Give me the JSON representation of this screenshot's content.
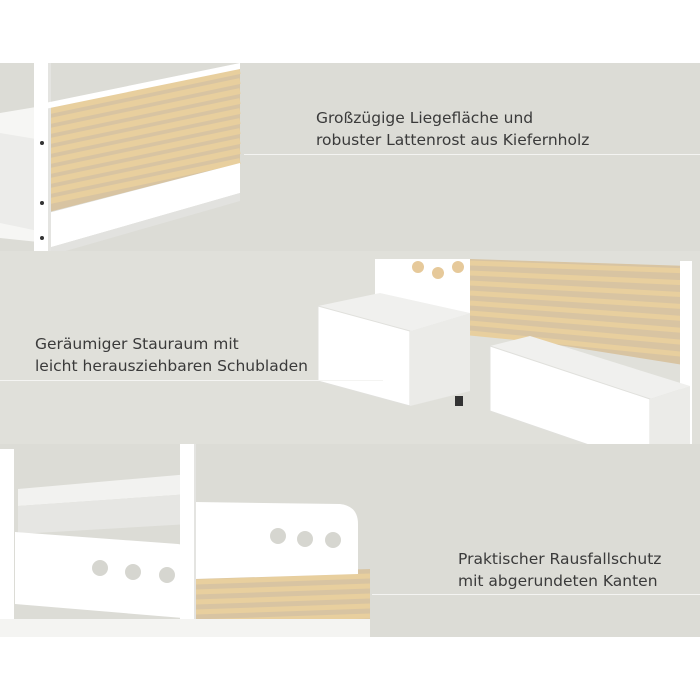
{
  "features": [
    {
      "line1": "Großzügige Liegefläche und",
      "line2": "robuster Lattenrost aus Kiefernholz"
    },
    {
      "line1": "Geräumiger Stauraum mit",
      "line2": "leicht herausziehbaren Schubladen"
    },
    {
      "line1": "Praktischer Rausfallschutz",
      "line2": "mit abgerundeten Kanten"
    }
  ],
  "colors": {
    "background": "#dcdcd6",
    "wood": "#e6c99a",
    "frame": "#ffffff",
    "text": "#3a3a3a"
  }
}
